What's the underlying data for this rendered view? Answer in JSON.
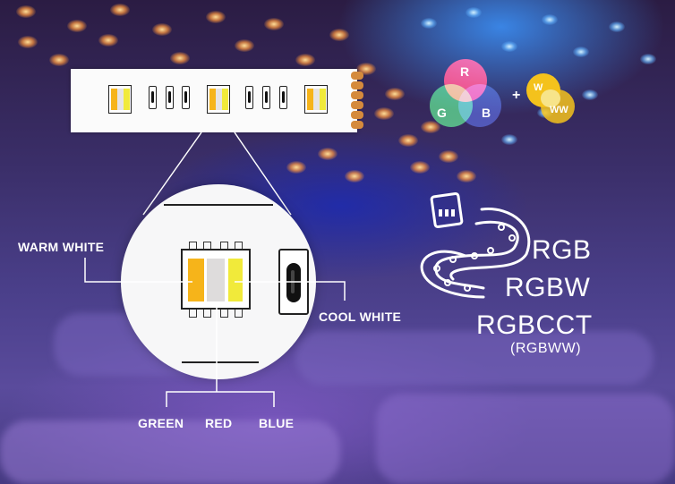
{
  "labels": {
    "warm_white": "WARM WHITE",
    "cool_white": "COOL WHITE",
    "green": "GREEN",
    "red": "RED",
    "blue": "BLUE"
  },
  "types": {
    "rgb": "RGB",
    "rgbw": "RGBW",
    "rgbcct": "RGBCCT",
    "rgbww": "(RGBWW)"
  },
  "rgb_diagram": {
    "r": "R",
    "g": "G",
    "b": "B"
  },
  "white_diagram": {
    "w": "W",
    "ww": "WW",
    "plus": "+"
  },
  "colors": {
    "red": "#e8212b",
    "green": "#2aa640",
    "blue": "#23388f",
    "yellow": "#f4c21c",
    "warm": "#f6b41a",
    "cool": "#f1ea3a",
    "copper": "#d58a3c"
  }
}
